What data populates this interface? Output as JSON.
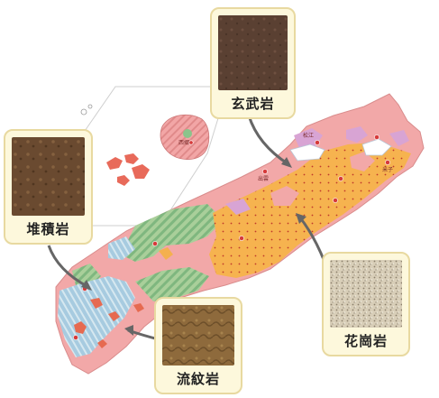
{
  "rocks": {
    "genbu": {
      "label": "玄武岩"
    },
    "taiseki": {
      "label": "堆積岩"
    },
    "ryumon": {
      "label": "流紋岩"
    },
    "kako": {
      "label": "花崗岩"
    }
  },
  "places": {
    "oki": "西郷",
    "matsue": "松江",
    "izumo": "出雲",
    "yasugi": "米子"
  },
  "colors": {
    "granite": "#f4b04e",
    "sedimentary": "#f2a3a3",
    "rhyolite": "#9bc6cf",
    "andesite_stripe": "#8fc28f",
    "basalt": "#d9a6d6",
    "arrow": "#666666"
  }
}
